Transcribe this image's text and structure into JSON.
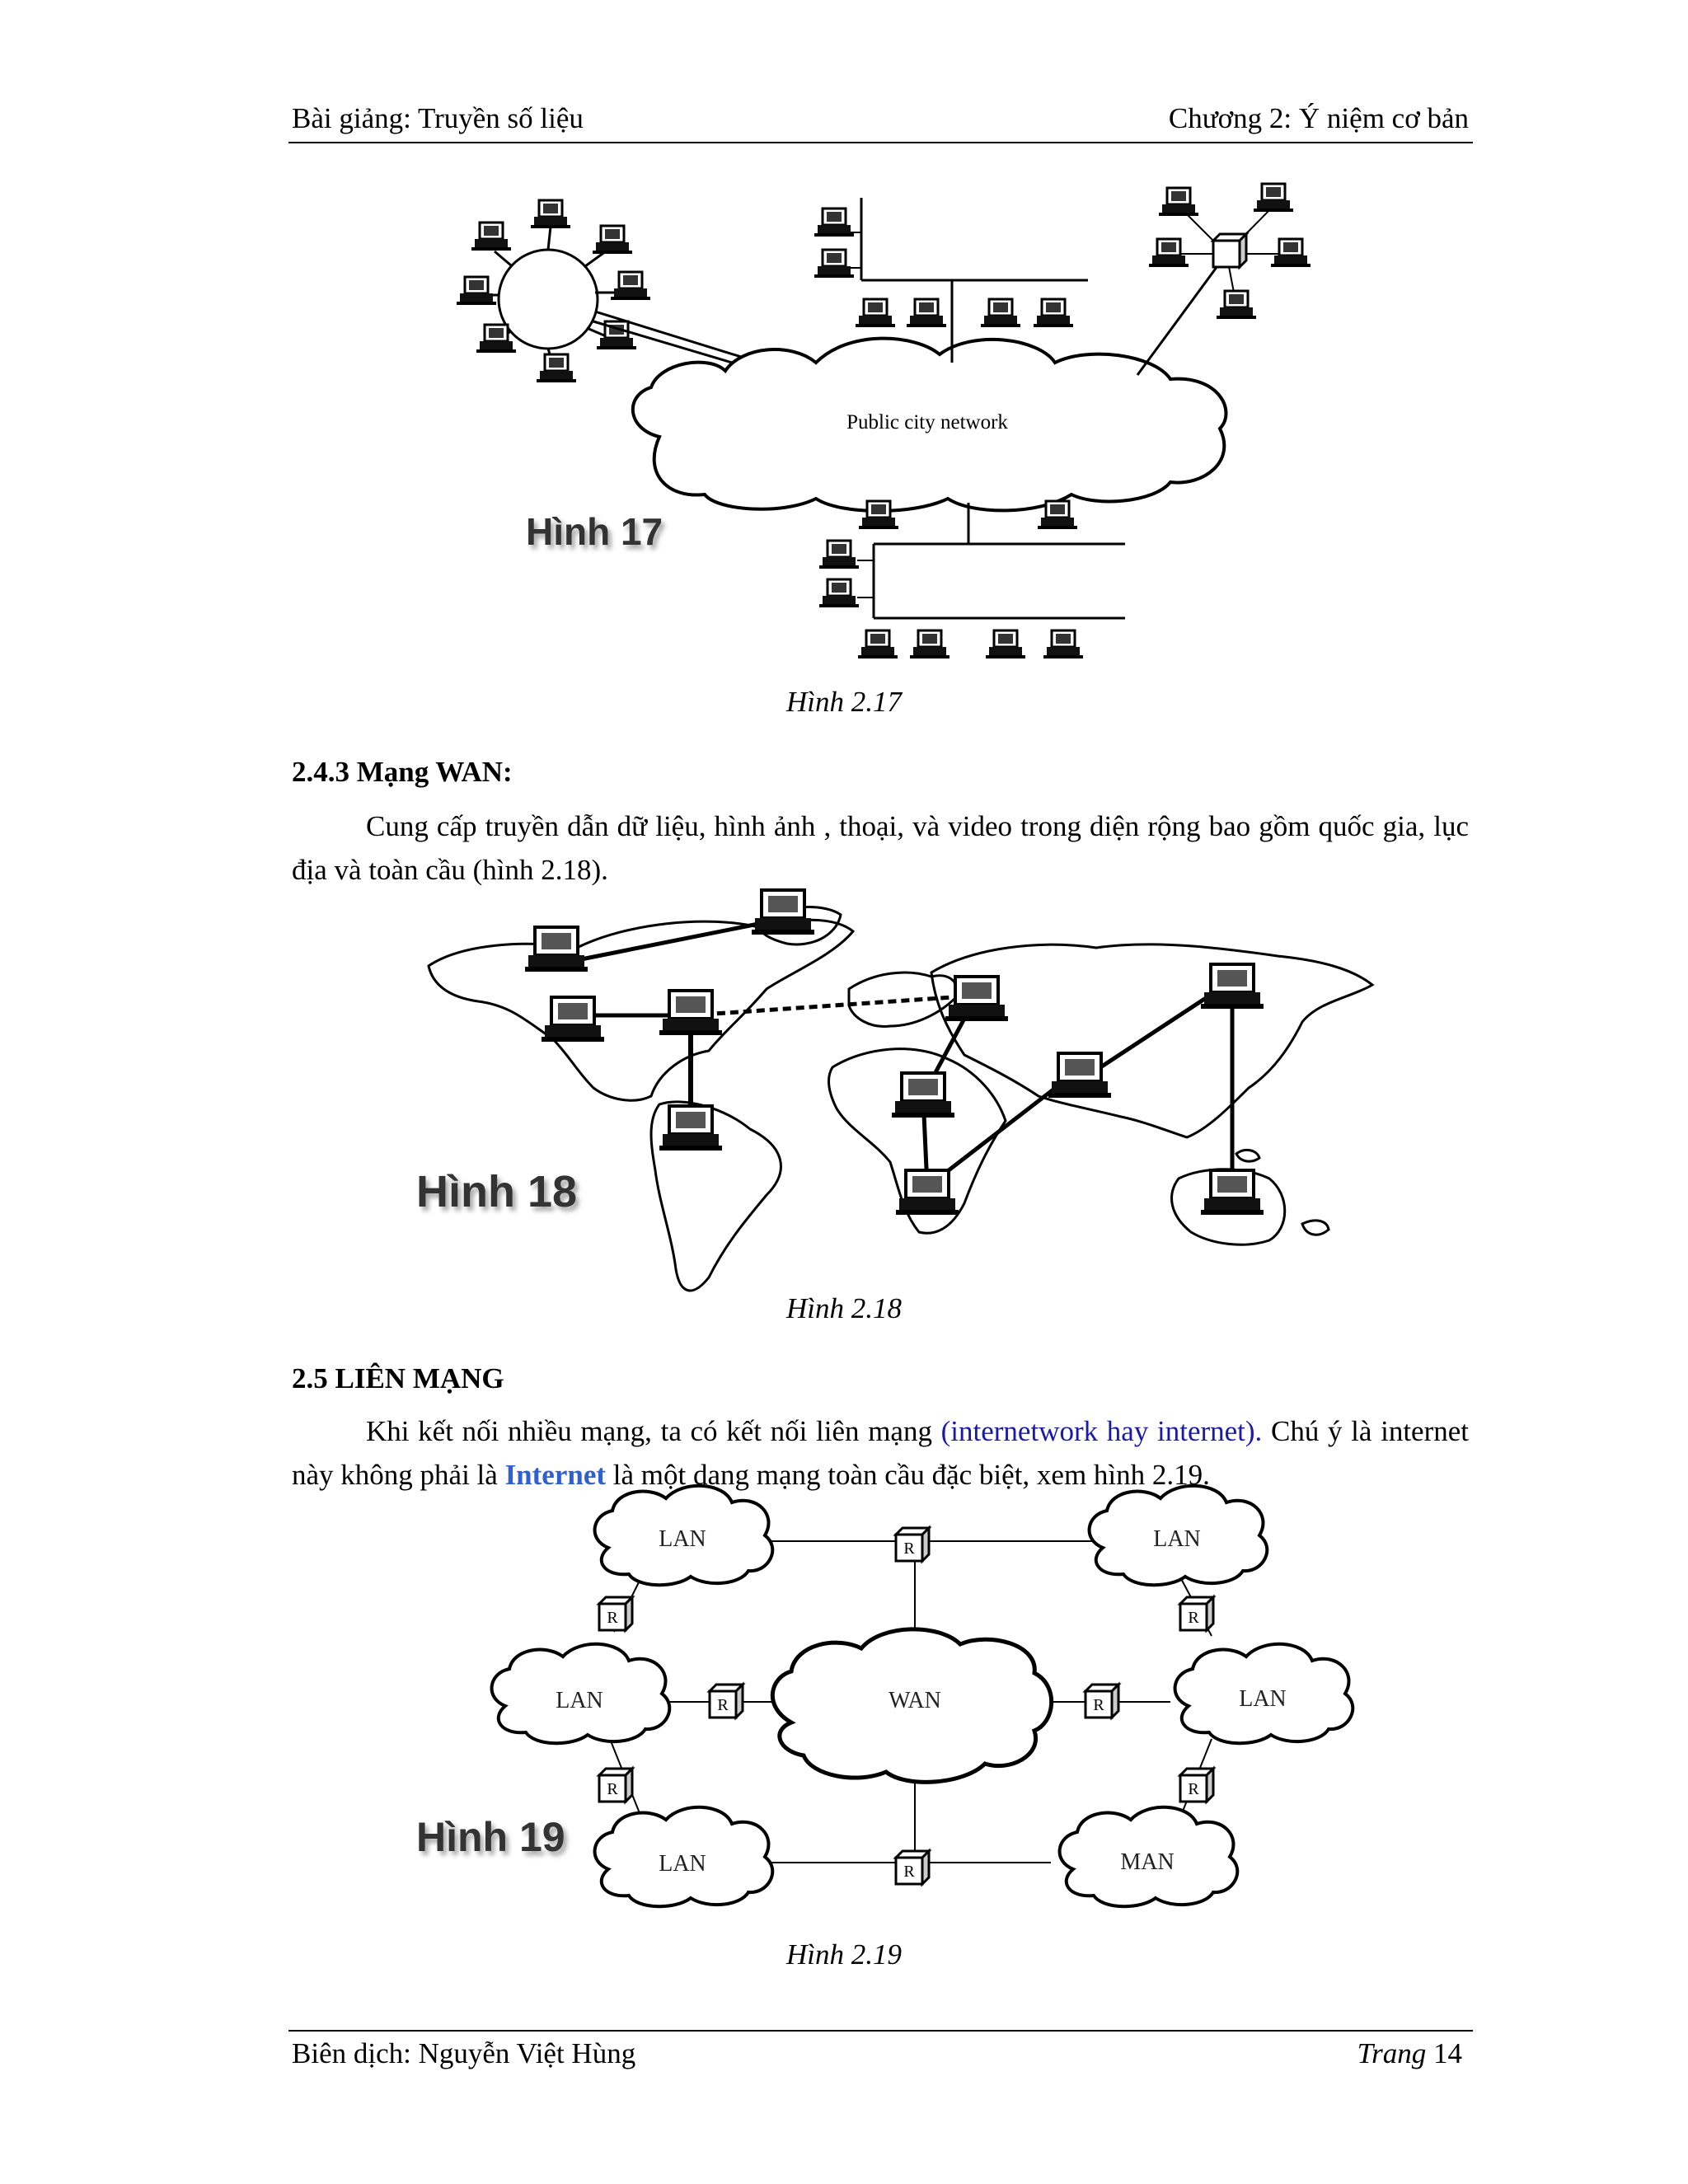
{
  "header": {
    "left": "Bài giảng: Truyền số liệu",
    "right": "Chương 2: Ý niệm cơ bản"
  },
  "figure17": {
    "label": "Hình 17",
    "cloud_text": "Public city network",
    "caption": "Hình 2.17"
  },
  "section_243": {
    "heading": "2.4.3 Mạng WAN:",
    "paragraph": "Cung cấp truyền dẫn dữ liệu, hình ảnh , thoại, và video trong diện rộng bao gồm quốc gia, lục địa và toàn cầu (hình 2.18)."
  },
  "figure18": {
    "label": "Hình 18",
    "caption": "Hình 2.18"
  },
  "section_25": {
    "heading": "2.5 LIÊN MẠNG",
    "p1": "Khi kết nối nhiều mạng, ta có kết nối liên mạng ",
    "p1_blue": "(internetwork hay internet).",
    "p1_b": " Chú ý là internet này không phải là ",
    "p1_internet": "Internet",
    "p1_c": " là một dạng mạng toàn cầu đặc biệt, xem hình 2.19."
  },
  "figure19": {
    "label": "Hình 19",
    "clouds": [
      "LAN",
      "LAN",
      "LAN",
      "WAN",
      "LAN",
      "LAN",
      "MAN"
    ],
    "router_letter": "R",
    "caption": "Hình 2.19"
  },
  "footer": {
    "left": "Biên dịch: Nguyễn Việt Hùng",
    "right_label": "Trang",
    "page": "14"
  }
}
